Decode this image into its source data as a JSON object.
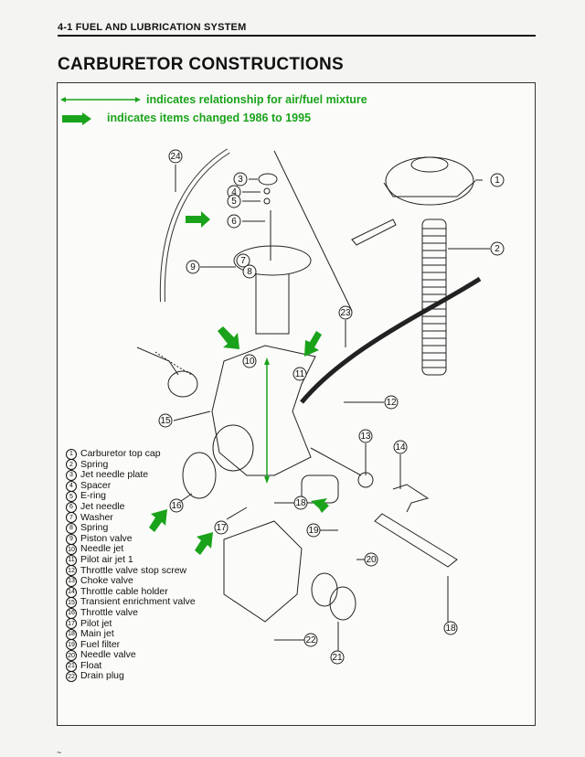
{
  "header": {
    "section": "4-1  FUEL AND LUBRICATION SYSTEM"
  },
  "title": "CARBURETOR CONSTRUCTIONS",
  "legend": [
    {
      "symbol": "double-arrow",
      "text": "indicates relationship for air/fuel mixture",
      "color": "#1aa31a"
    },
    {
      "symbol": "bold-arrow",
      "text": "indicates items changed 1986 to 1995",
      "color": "#1aa31a"
    }
  ],
  "parts": [
    {
      "num": "1",
      "name": "Carburetor top cap"
    },
    {
      "num": "2",
      "name": "Spring"
    },
    {
      "num": "3",
      "name": "Jet needle plate"
    },
    {
      "num": "4",
      "name": "Spacer"
    },
    {
      "num": "5",
      "name": "E-ring"
    },
    {
      "num": "6",
      "name": "Jet needle"
    },
    {
      "num": "7",
      "name": "Washer"
    },
    {
      "num": "8",
      "name": "Spring"
    },
    {
      "num": "9",
      "name": "Piston valve"
    },
    {
      "num": "10",
      "name": "Needle jet"
    },
    {
      "num": "11",
      "name": "Pilot air jet 1"
    },
    {
      "num": "12",
      "name": "Throttle valve stop screw"
    },
    {
      "num": "13",
      "name": "Choke valve"
    },
    {
      "num": "14",
      "name": "Throttle cable holder"
    },
    {
      "num": "15",
      "name": "Transient enrichment valve"
    },
    {
      "num": "16",
      "name": "Throttle valve"
    },
    {
      "num": "17",
      "name": "Pilot jet"
    },
    {
      "num": "18",
      "name": "Main jet"
    },
    {
      "num": "19",
      "name": "Fuel filter"
    },
    {
      "num": "20",
      "name": "Needle valve"
    },
    {
      "num": "21",
      "name": "Float"
    },
    {
      "num": "22",
      "name": "Drain plug"
    }
  ],
  "callouts": [
    "24",
    "3",
    "4",
    "5",
    "6",
    "9",
    "7",
    "8",
    "1",
    "2",
    "23",
    "10",
    "11",
    "12",
    "13",
    "14",
    "15",
    "16",
    "17",
    "18",
    "19",
    "20",
    "21",
    "22",
    "18"
  ],
  "accent_color": "#1aa31a"
}
